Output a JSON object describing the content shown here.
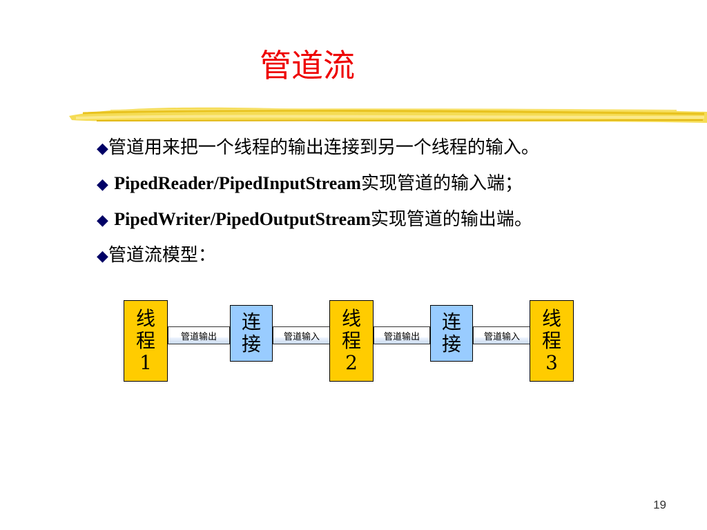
{
  "slide": {
    "title": "管道流",
    "page_number": "19"
  },
  "colors": {
    "title": "#ee0000",
    "bullet_mark": "#000066",
    "thread_box": "#ffcc00",
    "connect_box": "#99ccff",
    "brush_stroke": "#f2d23a"
  },
  "bullets": [
    {
      "mark": "◆",
      "latin": "",
      "text": "管道用来把一个线程的输出连接到另一个线程的输入。"
    },
    {
      "mark": "◆",
      "latin": "PipedReader/PipedInputStream",
      "text": "实现管道的输入端；"
    },
    {
      "mark": "◆",
      "latin": "PipedWriter/PipedOutputStream",
      "text": "实现管道的输出端。"
    },
    {
      "mark": "◆",
      "latin": "",
      "text": "管道流模型："
    }
  ],
  "diagram": {
    "thread1": [
      "线",
      "程",
      "1"
    ],
    "connect1": [
      "连",
      "接"
    ],
    "thread2": [
      "线",
      "程",
      "2"
    ],
    "connect2": [
      "连",
      "接"
    ],
    "thread3": [
      "线",
      "程",
      "3"
    ],
    "pipes": [
      "管道输出",
      "管道输入",
      "管道输出",
      "管道输入"
    ]
  }
}
